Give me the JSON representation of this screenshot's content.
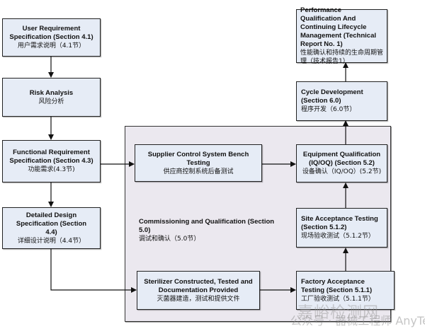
{
  "diagram": {
    "left_column": {
      "user_requirement": {
        "en": "User Requirement Specification (Section 4.1)",
        "zh": "用户需求说明（4.1节）"
      },
      "risk_analysis": {
        "en": "Risk Analysis",
        "zh": "风险分析"
      },
      "functional_requirement": {
        "en": "Functional Requirement Specification (Section 4.3)",
        "zh": "功能需求(4.3节)"
      },
      "detailed_design": {
        "en": "Detailed Design Specification (Section 4.4)",
        "zh": "详细设计说明（4.4节）"
      }
    },
    "commissioning": {
      "label_en": "Commissioning and Qualification (Section 5.0)",
      "label_zh": "调试和确认（5.0节）",
      "supplier_bench": {
        "en": "Supplier Control System Bench Testing",
        "zh": "供应商控制系统后备测试"
      },
      "sterilizer_constructed": {
        "en": "Sterilizer Constructed, Tested and Documentation Provided",
        "zh": "灭菌器建造，测试和提供文件"
      },
      "equipment_qualification": {
        "en": "Equipment Qualification (IQ/OQ) (Section 5.2)",
        "zh": "设备确认（IQ/OQ）(5.2节)"
      },
      "site_acceptance": {
        "en": "Site Acceptance Testing (Section 5.1.2)",
        "zh": "现场验收测试（5.1.2节）"
      },
      "factory_acceptance": {
        "en": "Factory Acceptance Testing (Section 5.1.1)",
        "zh": "工厂验收测试（5.1.1节）"
      }
    },
    "right_column": {
      "cycle_development": {
        "en": "Cycle Development (Section 6.0)",
        "zh": "程序开发（6.0节）"
      },
      "performance_qualification": {
        "en": "Performance Qualification And Continuing Lifecycle Management (Technical Report No. 1)",
        "zh": "性能确认和持续的生命周期管理（技术报告1）"
      }
    },
    "watermark": {
      "line1": "嘉峪检测网",
      "line2": "公众号 · 器械工程师  AnyTesting.com"
    }
  }
}
